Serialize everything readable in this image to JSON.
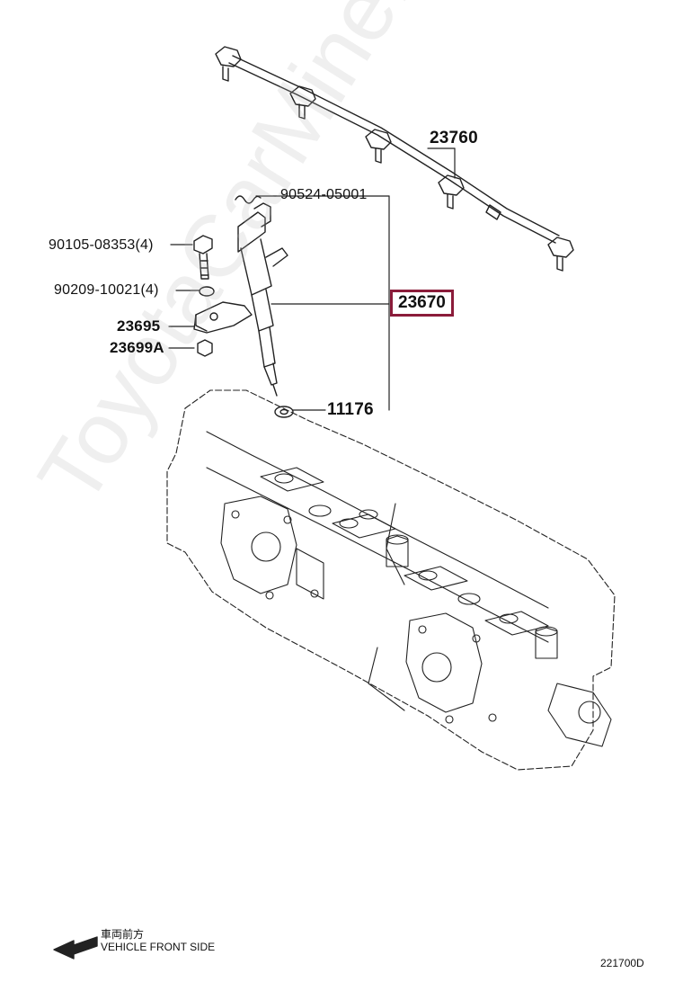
{
  "labels": {
    "p23760": "23760",
    "p90524": "90524-05001",
    "p90105": "90105-08353(4)",
    "p90209": "90209-10021(4)",
    "p23670": "23670",
    "p23695": "23695",
    "p23699a": "23699A",
    "p11176": "11176"
  },
  "direction": {
    "jp": "車両前方",
    "en": "VEHICLE FRONT SIDE"
  },
  "diagram_code": "221700D",
  "watermark": "ToyotaCarMine.ru",
  "colors": {
    "highlight": "#8b1c3a",
    "line": "#222222"
  }
}
